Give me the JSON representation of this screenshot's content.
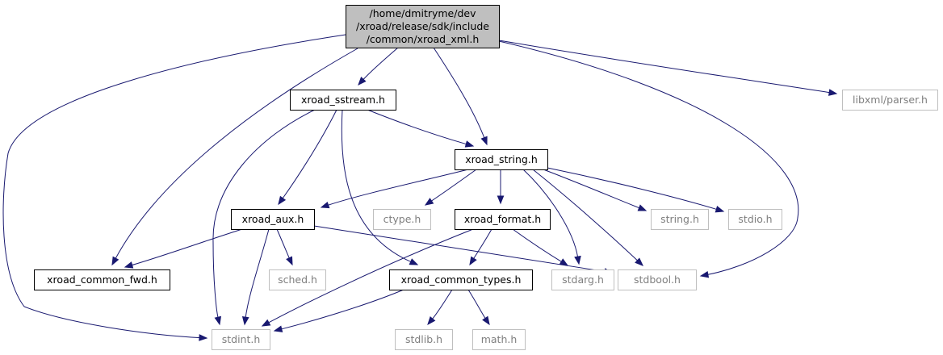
{
  "graph": {
    "type": "include-dependency-graph",
    "colors": {
      "edge": "#191970",
      "root_fill": "#bfbfbf",
      "root_border": "#000000",
      "documented_border": "#000000",
      "external_border": "#bfbfbf",
      "external_text": "#7f7f7f",
      "text": "#000000"
    },
    "nodes": [
      {
        "id": "root",
        "kind": "root",
        "lines": [
          "/home/dmitryme/dev",
          "/xroad/release/sdk/include",
          "/common/xroad_xml.h"
        ]
      },
      {
        "id": "sstream",
        "kind": "documented",
        "lines": [
          "xroad_sstream.h"
        ]
      },
      {
        "id": "libxml",
        "kind": "external",
        "lines": [
          "libxml/parser.h"
        ]
      },
      {
        "id": "string",
        "kind": "documented",
        "lines": [
          "xroad_string.h"
        ]
      },
      {
        "id": "aux",
        "kind": "documented",
        "lines": [
          "xroad_aux.h"
        ]
      },
      {
        "id": "ctype",
        "kind": "external",
        "lines": [
          "ctype.h"
        ]
      },
      {
        "id": "format",
        "kind": "documented",
        "lines": [
          "xroad_format.h"
        ]
      },
      {
        "id": "stringh",
        "kind": "external",
        "lines": [
          "string.h"
        ]
      },
      {
        "id": "stdio",
        "kind": "external",
        "lines": [
          "stdio.h"
        ]
      },
      {
        "id": "sched",
        "kind": "external",
        "lines": [
          "sched.h"
        ]
      },
      {
        "id": "fwd",
        "kind": "documented",
        "lines": [
          "xroad_common_fwd.h"
        ]
      },
      {
        "id": "types",
        "kind": "documented",
        "lines": [
          "xroad_common_types.h"
        ]
      },
      {
        "id": "stdarg",
        "kind": "external",
        "lines": [
          "stdarg.h"
        ]
      },
      {
        "id": "stdbool",
        "kind": "external",
        "lines": [
          "stdbool.h"
        ]
      },
      {
        "id": "stdint",
        "kind": "external",
        "lines": [
          "stdint.h"
        ]
      },
      {
        "id": "stdlib",
        "kind": "external",
        "lines": [
          "stdlib.h"
        ]
      },
      {
        "id": "math",
        "kind": "external",
        "lines": [
          "math.h"
        ]
      }
    ],
    "edges": [
      {
        "from": "root",
        "to": "sstream"
      },
      {
        "from": "root",
        "to": "string"
      },
      {
        "from": "root",
        "to": "libxml"
      },
      {
        "from": "root",
        "to": "fwd"
      },
      {
        "from": "root",
        "to": "stdbool"
      },
      {
        "from": "root",
        "to": "stdint"
      },
      {
        "from": "sstream",
        "to": "string"
      },
      {
        "from": "sstream",
        "to": "aux"
      },
      {
        "from": "sstream",
        "to": "types"
      },
      {
        "from": "sstream",
        "to": "stdint"
      },
      {
        "from": "string",
        "to": "aux"
      },
      {
        "from": "string",
        "to": "ctype"
      },
      {
        "from": "string",
        "to": "format"
      },
      {
        "from": "string",
        "to": "stringh"
      },
      {
        "from": "string",
        "to": "stdio"
      },
      {
        "from": "string",
        "to": "stdarg"
      },
      {
        "from": "string",
        "to": "stdbool"
      },
      {
        "from": "aux",
        "to": "fwd"
      },
      {
        "from": "aux",
        "to": "sched"
      },
      {
        "from": "aux",
        "to": "stdint"
      },
      {
        "from": "aux",
        "to": "stdbool"
      },
      {
        "from": "format",
        "to": "types"
      },
      {
        "from": "format",
        "to": "stdarg"
      },
      {
        "from": "format",
        "to": "stdint"
      },
      {
        "from": "types",
        "to": "stdint"
      },
      {
        "from": "types",
        "to": "stdlib"
      },
      {
        "from": "types",
        "to": "math"
      }
    ]
  }
}
